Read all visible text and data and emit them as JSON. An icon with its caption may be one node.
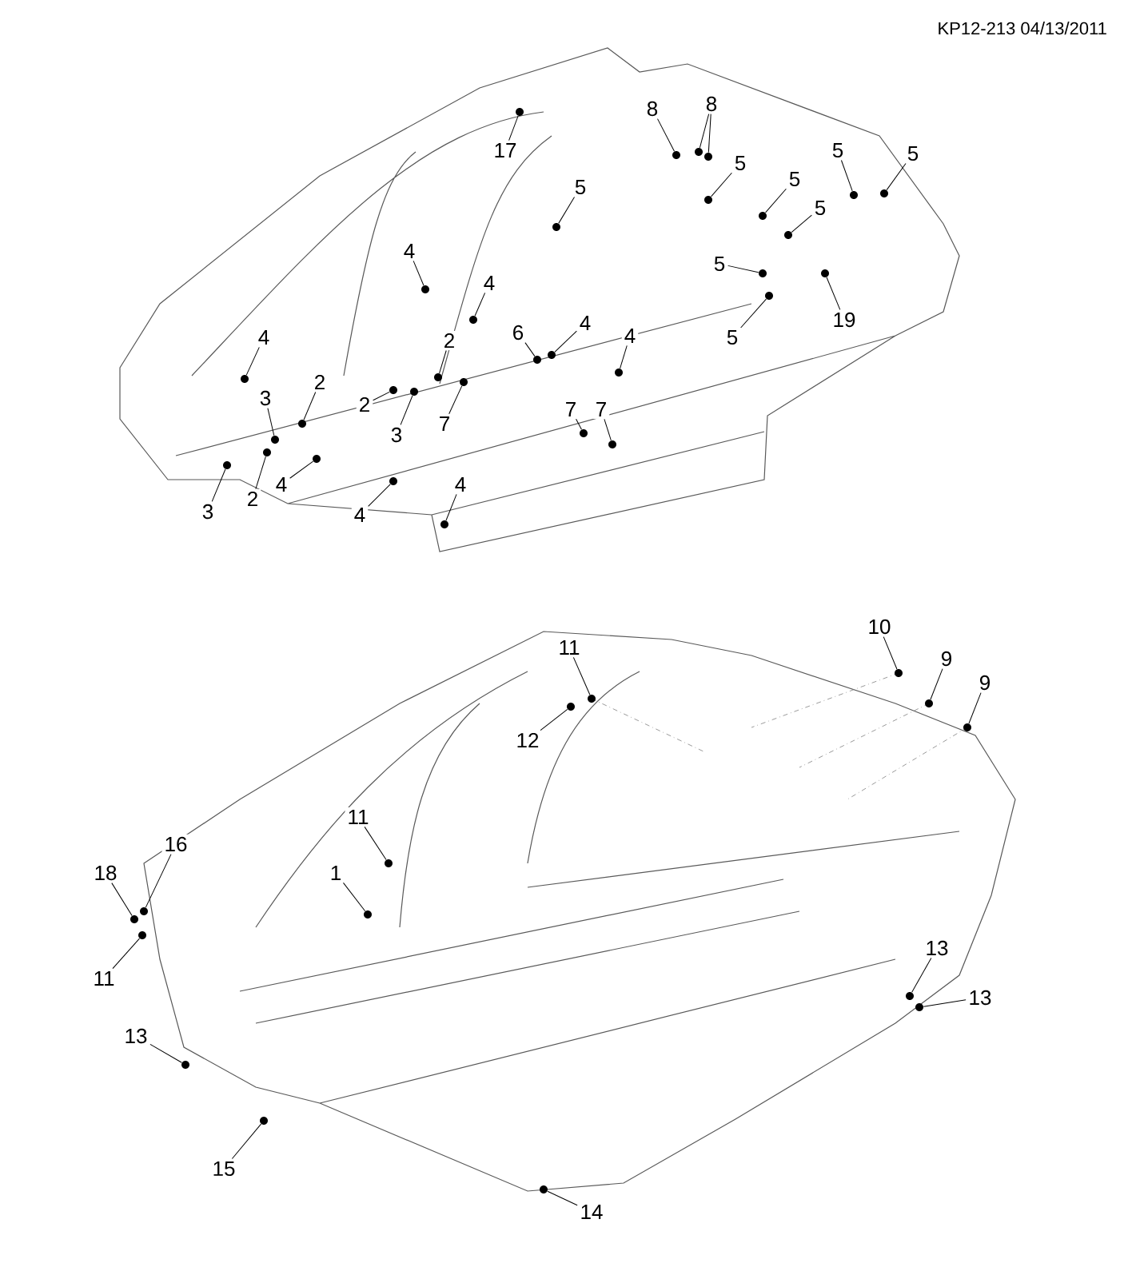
{
  "diagram": {
    "nodes": [
      {
        "text": [
          "17"
        ]
      },
      {
        "text": [
          "5"
        ]
      },
      {
        "text": [
          "4"
        ]
      },
      {
        "text": [
          "4"
        ]
      },
      {
        "text": [
          "2"
        ]
      },
      {
        "text": [
          "4"
        ]
      },
      {
        "text": [
          "2"
        ]
      },
      {
        "text": [
          "2"
        ]
      },
      {
        "text": [
          "3"
        ]
      },
      {
        "text": [
          "3"
        ]
      },
      {
        "text": [
          "3"
        ]
      },
      {
        "text": [
          "2"
        ]
      },
      {
        "text": [
          "4"
        ]
      },
      {
        "text": [
          "4"
        ]
      },
      {
        "text": [
          "4"
        ]
      },
      {
        "text": [
          "7"
        ]
      },
      {
        "text": [
          "6"
        ]
      },
      {
        "text": [
          "4"
        ]
      },
      {
        "text": [
          "4"
        ]
      },
      {
        "text": [
          "7"
        ]
      },
      {
        "text": [
          "7"
        ]
      },
      {
        "text": [
          "8"
        ]
      },
      {
        "text": [
          "8"
        ]
      },
      {
        "text": [
          "5"
        ]
      },
      {
        "text": [
          "5"
        ]
      },
      {
        "text": [
          "5"
        ]
      },
      {
        "text": [
          "5"
        ]
      },
      {
        "text": [
          "5"
        ]
      },
      {
        "text": [
          "5"
        ]
      },
      {
        "text": [
          "5"
        ]
      },
      {
        "text": [
          "19"
        ]
      },
      {
        "text": [
          "11"
        ]
      },
      {
        "text": [
          "12"
        ]
      },
      {
        "text": [
          "10"
        ]
      },
      {
        "text": [
          "9"
        ]
      },
      {
        "text": [
          "9"
        ]
      },
      {
        "text": [
          "11"
        ]
      },
      {
        "text": [
          "1"
        ]
      },
      {
        "text": [
          "16"
        ]
      },
      {
        "text": [
          "18"
        ]
      },
      {
        "text": [
          "11"
        ]
      },
      {
        "text": [
          "13"
        ]
      },
      {
        "text": [
          "15"
        ]
      },
      {
        "text": [
          "14"
        ]
      },
      {
        "text": [
          "13"
        ]
      },
      {
        "text": [
          "13"
        ]
      },
      {
        "text": [],
        "shape": "circle"
      },
      {
        "text": [],
        "shape": "circle"
      },
      {
        "text": [],
        "shape": "circle"
      },
      {
        "text": [],
        "shape": "circle"
      },
      {
        "text": [],
        "shape": "circle"
      },
      {
        "text": [],
        "shape": "circle"
      },
      {
        "text": [],
        "shape": "circle"
      },
      {
        "text": [],
        "shape": "circle"
      },
      {
        "text": [],
        "shape": "circle"
      },
      {
        "text": [],
        "shape": "circle"
      },
      {
        "text": [],
        "shape": "circle"
      },
      {
        "text": [],
        "shape": "circle"
      },
      {
        "text": [],
        "shape": "circle"
      },
      {
        "text": [],
        "shape": "circle"
      },
      {
        "text": [],
        "shape": "circle"
      },
      {
        "text": [],
        "shape": "circle"
      },
      {
        "text": [],
        "shape": "circle"
      },
      {
        "text": [],
        "shape": "circle"
      },
      {
        "text": [],
        "shape": "circle"
      },
      {
        "text": [],
        "shape": "circle"
      },
      {
        "text": [],
        "shape": "circle"
      },
      {
        "text": [],
        "shape": "circle"
      },
      {
        "text": [],
        "shape": "circle"
      },
      {
        "text": [],
        "shape": "circle"
      },
      {
        "text": [],
        "shape": "circle"
      },
      {
        "text": [],
        "shape": "circle"
      },
      {
        "text": [],
        "shape": "circle"
      },
      {
        "text": [],
        "shape": "circle"
      },
      {
        "text": [],
        "shape": "circle"
      },
      {
        "text": [],
        "shape": "circle"
      },
      {
        "text": [],
        "shape": "circle"
      },
      {
        "text": [],
        "shape": "circle"
      },
      {
        "text": [],
        "shape": "circle"
      },
      {
        "text": [],
        "shape": "circle"
      },
      {
        "text": [],
        "shape": "circle"
      },
      {
        "text": [],
        "shape": "circle"
      },
      {
        "text": [],
        "shape": "circle"
      },
      {
        "text": [],
        "shape": "circle"
      },
      {
        "text": [],
        "shape": "circle"
      },
      {
        "text": [],
        "shape": "circle"
      },
      {
        "text": [],
        "shape": "circle"
      },
      {
        "text": [],
        "shape": "circle"
      },
      {
        "text": [],
        "shape": "circle"
      },
      {
        "text": [],
        "shape": "circle"
      },
      {
        "text": [],
        "shape": "circle"
      },
      {
        "text": [],
        "shape": "circle"
      },
      {
        "text": [],
        "shape": "circle"
      }
    ],
    "edges": [
      {
        "from": 0,
        "to": 46,
        "arrow": "none"
      },
      {
        "from": 1,
        "to": 47,
        "arrow": "none"
      },
      {
        "from": 2,
        "to": 48,
        "arrow": "none"
      },
      {
        "from": 3,
        "to": 49,
        "arrow": "none"
      },
      {
        "from": 4,
        "to": 50,
        "arrow": "none"
      },
      {
        "from": 5,
        "to": 51,
        "arrow": "none"
      },
      {
        "from": 6,
        "to": 52,
        "arrow": "none"
      },
      {
        "from": 7,
        "to": 53,
        "arrow": "none"
      },
      {
        "from": 8,
        "to": 54,
        "arrow": "none"
      },
      {
        "from": 9,
        "to": 55,
        "arrow": "none"
      },
      {
        "from": 10,
        "to": 56,
        "arrow": "none"
      },
      {
        "from": 11,
        "to": 57,
        "arrow": "none"
      },
      {
        "from": 12,
        "to": 58,
        "arrow": "none"
      },
      {
        "from": 13,
        "to": 59,
        "arrow": "none"
      },
      {
        "from": 14,
        "to": 60,
        "arrow": "none"
      },
      {
        "from": 15,
        "to": 61,
        "arrow": "none"
      },
      {
        "from": 16,
        "to": 62,
        "arrow": "none"
      },
      {
        "from": 17,
        "to": 63,
        "arrow": "none"
      },
      {
        "from": 18,
        "to": 64,
        "arrow": "none"
      },
      {
        "from": 19,
        "to": 65,
        "arrow": "none"
      },
      {
        "from": 20,
        "to": 66,
        "arrow": "none"
      },
      {
        "from": 21,
        "to": 67,
        "arrow": "none"
      },
      {
        "from": 22,
        "to": 68,
        "arrow": "none"
      },
      {
        "from": 22,
        "to": 69,
        "arrow": "none"
      },
      {
        "from": 23,
        "to": 70,
        "arrow": "none"
      },
      {
        "from": 24,
        "to": 71,
        "arrow": "none"
      },
      {
        "from": 25,
        "to": 72,
        "arrow": "none"
      },
      {
        "from": 26,
        "to": 73,
        "arrow": "none"
      },
      {
        "from": 27,
        "to": 74,
        "arrow": "none"
      },
      {
        "from": 28,
        "to": 75,
        "arrow": "none"
      },
      {
        "from": 29,
        "to": 76,
        "arrow": "none"
      },
      {
        "from": 30,
        "to": 77,
        "arrow": "none"
      },
      {
        "from": 31,
        "to": 78,
        "arrow": "none"
      },
      {
        "from": 32,
        "to": 79,
        "arrow": "none"
      },
      {
        "from": 33,
        "to": 80,
        "arrow": "none"
      },
      {
        "from": 34,
        "to": 81,
        "arrow": "none"
      },
      {
        "from": 35,
        "to": 82,
        "arrow": "none"
      },
      {
        "from": 36,
        "to": 83,
        "arrow": "none"
      },
      {
        "from": 37,
        "to": 84,
        "arrow": "none"
      },
      {
        "from": 38,
        "to": 85,
        "arrow": "none"
      },
      {
        "from": 39,
        "to": 86,
        "arrow": "none"
      },
      {
        "from": 40,
        "to": 87,
        "arrow": "none"
      },
      {
        "from": 41,
        "to": 88,
        "arrow": "none"
      },
      {
        "from": 42,
        "to": 89,
        "arrow": "none"
      },
      {
        "from": 43,
        "to": 90,
        "arrow": "none"
      },
      {
        "from": 44,
        "to": 91,
        "arrow": "none"
      },
      {
        "from": 45,
        "to": 92,
        "arrow": "none"
      }
    ],
    "labels": [
      "KP12-213 04/13/2011"
    ]
  }
}
